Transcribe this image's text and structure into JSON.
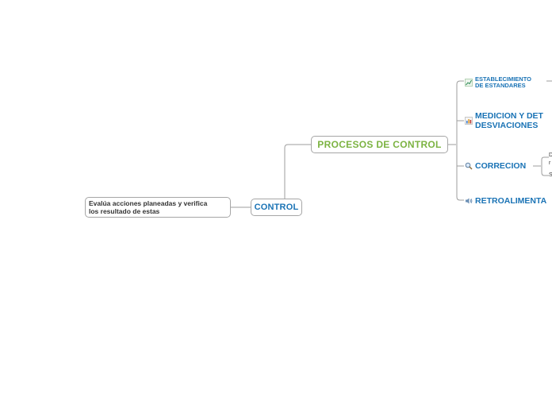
{
  "description": {
    "line1": "Evalúa acciones planeadas y verifica",
    "line2": "los resultado de estas"
  },
  "root": {
    "label": "CONTROL"
  },
  "process": {
    "label": "PROCESOS DE CONTROL"
  },
  "topics": [
    {
      "line1": "ESTABLECIMIENTO",
      "line2": "DE ESTANDARES",
      "icon": "chart-line-icon"
    },
    {
      "line1": "MEDICION Y DET",
      "line2": "DESVIACIONES",
      "icon": "bar-chart-icon"
    },
    {
      "label": "CORRECION",
      "icon": "magnifier-icon"
    },
    {
      "label": "RETROALIMENTA",
      "icon": "speaker-icon"
    }
  ],
  "correction_subitems": [
    "D",
    "r",
    "S"
  ],
  "colors": {
    "root_text": "#1a73b5",
    "process_text": "#7cb342",
    "topic_text": "#1a73b5",
    "connector": "#9e9e9e"
  }
}
